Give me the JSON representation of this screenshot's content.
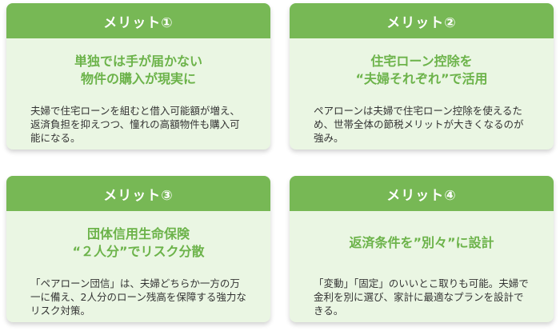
{
  "cards": [
    {
      "header": "メリット①",
      "title_lines": [
        "単独では手が届かない",
        "物件の購入が現実に"
      ],
      "description": "夫婦で住宅ローンを組むと借入可能額が増え、返済負担を抑えつつ、憧れの高額物件も購入可能になる。"
    },
    {
      "header": "メリット②",
      "title_lines": [
        "住宅ローン控除を",
        "“夫婦それぞれ”で活用"
      ],
      "description": "ペアローンは夫婦で住宅ローン控除を使えるため、世帯全体の節税メリットが大きくなるのが強み。"
    },
    {
      "header": "メリット③",
      "title_lines": [
        "団体信用生命保険",
        "“２人分”でリスク分散"
      ],
      "description": "「ペアローン団信」は、夫婦どちらか一方の万一に備え、2人分のローン残高を保障する強力なリスク対策。"
    },
    {
      "header": "メリット④",
      "title_lines": [
        "返済条件を”別々”に設計"
      ],
      "description": "「変動」「固定」のいいとこ取りも可能。夫婦で金利を別に選び、家計に最適なプランを設計できる。"
    }
  ]
}
